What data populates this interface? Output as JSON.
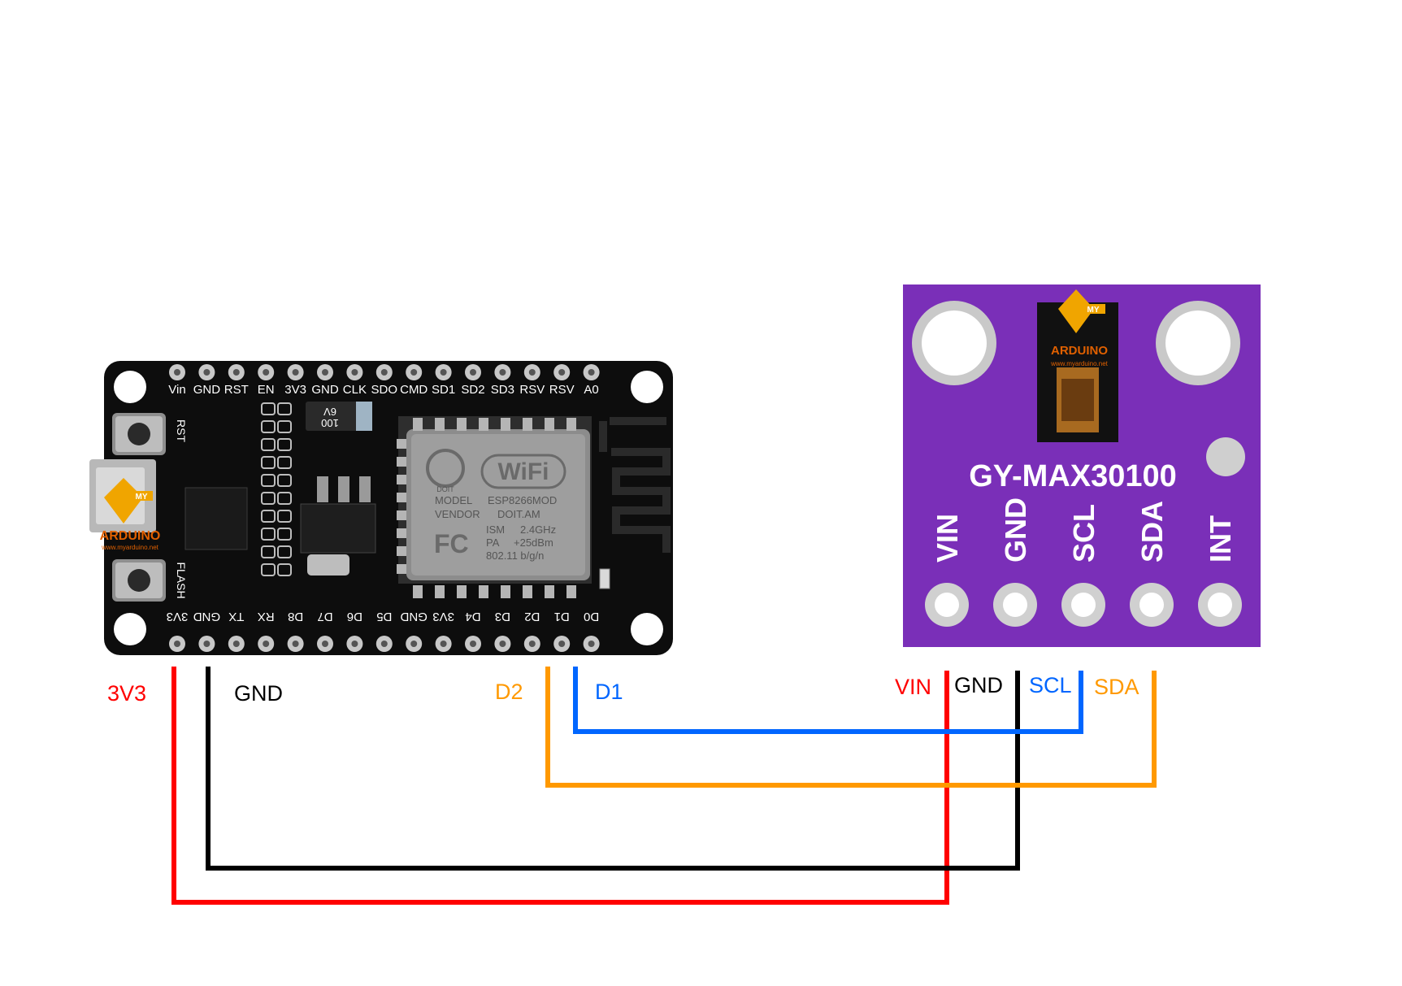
{
  "colors": {
    "power": "#ff0000",
    "ground": "#000000",
    "scl": "#0066ff",
    "sda": "#ff9900",
    "pcb_black": "#0d0d0d",
    "pcb_purple": "#7a2fb8",
    "background": "#ffffff"
  },
  "nodemcu": {
    "top_pins": [
      "Vin",
      "GND",
      "RST",
      "EN",
      "3V3",
      "GND",
      "CLK",
      "SDO",
      "CMD",
      "SD1",
      "SD2",
      "SD3",
      "RSV",
      "RSV",
      "A0"
    ],
    "bottom_pins": [
      "3V3",
      "GND",
      "TX",
      "RX",
      "D8",
      "D7",
      "D6",
      "D5",
      "GND",
      "3V3",
      "D4",
      "D3",
      "D2",
      "D1",
      "D0"
    ],
    "button_rst": "RST",
    "button_flash": "FLASH",
    "cap_value": "100",
    "cap_volt": "6V",
    "wifi_text": "WiFi",
    "doit_text": "DOIT",
    "module": {
      "model_label": "MODEL",
      "model_value": "ESP8266MOD",
      "vendor_label": "VENDOR",
      "vendor_value": "DOIT.AM",
      "fc": "FC",
      "ism_label": "ISM",
      "ism_value": "2.4GHz",
      "pa_label": "PA",
      "pa_value": "+25dBm",
      "standard": "802.11 b/g/n"
    }
  },
  "sensor": {
    "title": "GY-MAX30100",
    "pins": [
      "VIN",
      "GND",
      "SCL",
      "SDA",
      "INT"
    ]
  },
  "watermark": {
    "my": "MY",
    "brand": "ARDUINO",
    "url": "www.myarduino.net"
  },
  "wire_labels": {
    "mcu_3v3": "3V3",
    "mcu_gnd": "GND",
    "mcu_d2": "D2",
    "mcu_d1": "D1",
    "sensor_vin": "VIN",
    "sensor_gnd": "GND",
    "sensor_scl": "SCL",
    "sensor_sda": "SDA"
  }
}
